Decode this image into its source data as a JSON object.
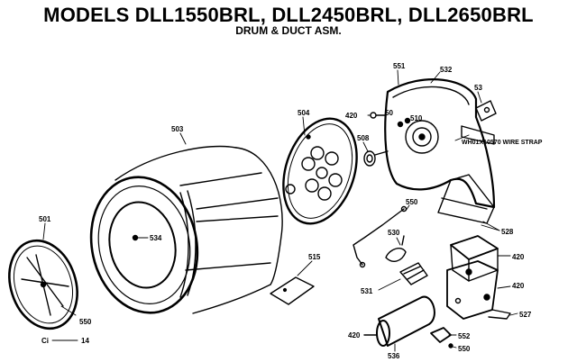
{
  "header": {
    "title": "MODELS DLL1550BRL, DLL2450BRL, DLL2650BRL",
    "subtitle": "DRUM & DUCT ASM."
  },
  "labels": {
    "drum": "503",
    "rear_panel": "504",
    "front_ring": "501",
    "front_ring_bottom": "550",
    "clip_c": "Ci",
    "clip_14": "14",
    "drum_center": "534",
    "bearing": "508",
    "duct_420_top": "420",
    "duct_551": "551",
    "duct_532": "532",
    "duct_53": "53",
    "duct_50": "50",
    "duct_510": "510",
    "wire_strap": "WH01X10570 WIRE STRAP",
    "duct_528": "528",
    "screw_550": "550",
    "part_530": "530",
    "pad_515": "515",
    "part_531": "531",
    "motor_420": "420",
    "motor_536": "536",
    "bracket_420_top": "420",
    "bracket_420_mid": "420",
    "bracket_528": "528",
    "bracket_527": "527",
    "part_552": "552",
    "part_550_bottom": "550"
  }
}
